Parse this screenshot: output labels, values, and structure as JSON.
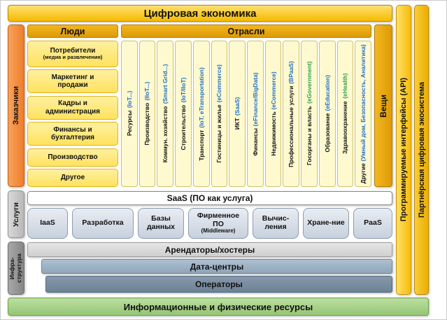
{
  "title": "Цифровая экономика",
  "left_tabs": {
    "customers": "Заказчики",
    "services": "Услуги",
    "infrastructure": "Инфра-структура"
  },
  "right_bars": {
    "api": "Программируемые интерфейсы (API)",
    "ecosystem": "Партнёрская цифровая экосистема"
  },
  "people": {
    "header": "Люди",
    "items": [
      {
        "label": "Потребители",
        "sub": "(медиа и развлечения)"
      },
      {
        "label": "Маркетинг и продажи"
      },
      {
        "label": "Кадры и администрация"
      },
      {
        "label": "Финансы и бухгалтерия"
      },
      {
        "label": "Производство"
      },
      {
        "label": "Другое"
      }
    ]
  },
  "industries": {
    "header": "Отрасли",
    "things_label": "Вещи",
    "columns": [
      {
        "label": "Ресурсы",
        "tech": "(IoT...)",
        "tech_color": "#1f6fc6"
      },
      {
        "label": "Производство",
        "tech": "(IIoT...)",
        "tech_color": "#1f6fc6"
      },
      {
        "label": "Коммун. хозяйство",
        "tech": "(Smart Grid...)",
        "tech_color": "#1f6fc6"
      },
      {
        "label": "Строительство",
        "tech": "(IoT/IIoT)",
        "tech_color": "#1f6fc6"
      },
      {
        "label": "Транспорт",
        "tech": "(IoT, eTransportation)",
        "tech_color": "#1f6fc6"
      },
      {
        "label": "Гостиницы и жилье",
        "tech": "(eCommerce)",
        "tech_color": "#1f6fc6"
      },
      {
        "label": "ИКТ",
        "tech": "(SaaS)",
        "tech_color": "#1f6fc6"
      },
      {
        "label": "Финансы",
        "tech": "(eFinance/BigData)",
        "tech_color": "#1f6fc6"
      },
      {
        "label": "Недвижимость",
        "tech": "(eCommerce)",
        "tech_color": "#1f6fc6"
      },
      {
        "label": "Профессиональные услуги",
        "tech": "(BPaaS)",
        "tech_color": "#1f6fc6"
      },
      {
        "label": "Госорганы и власть",
        "tech": "(eGovernment)",
        "tech_color": "#2e9e4f"
      },
      {
        "label": "Образование",
        "tech": "(eEducation)",
        "tech_color": "#1f6fc6"
      },
      {
        "label": "Здравоохранение",
        "tech": "(eHealth)",
        "tech_color": "#2e9e4f"
      },
      {
        "label": "Другие",
        "tech": "(Умный дом, Безопасность, Аналитика)",
        "tech_color": "#1f6fc6"
      }
    ]
  },
  "services": {
    "saas_bar": "SaaS (ПО как услуга)",
    "boxes": [
      {
        "label": "IaaS"
      },
      {
        "label": "Разработка"
      },
      {
        "label": "Базы данных"
      },
      {
        "label": "Фирменное ПО",
        "sub": "(Middleware)"
      },
      {
        "label": "Вычис-ления"
      },
      {
        "label": "Хране-ние"
      },
      {
        "label": "PaaS"
      }
    ]
  },
  "infrastructure": {
    "tenants": "Арендаторы/хостеры",
    "datacenters": "Дата-центры",
    "operators": "Операторы"
  },
  "bottom_bar": "Информационные и физические ресурсы",
  "colors": {
    "gold_banner": "#f6bb00",
    "mustard_header": "#e3a50e",
    "light_yellow_box": "#ffe878",
    "pale_yellow_column": "#fff9d0",
    "orange_tab": "#ee7d2c",
    "gray_tab": "#bfbfbf",
    "dark_gray_tab": "#8e8e8e",
    "service_box": "#d4dce6",
    "tenants_bar": "#d9d9d9",
    "datacenters_bar": "#9cb0c3",
    "operators_bar": "#7e92a5",
    "green_bar": "#a5cd86",
    "tech_blue": "#1f6fc6",
    "tech_green": "#2e9e4f"
  }
}
